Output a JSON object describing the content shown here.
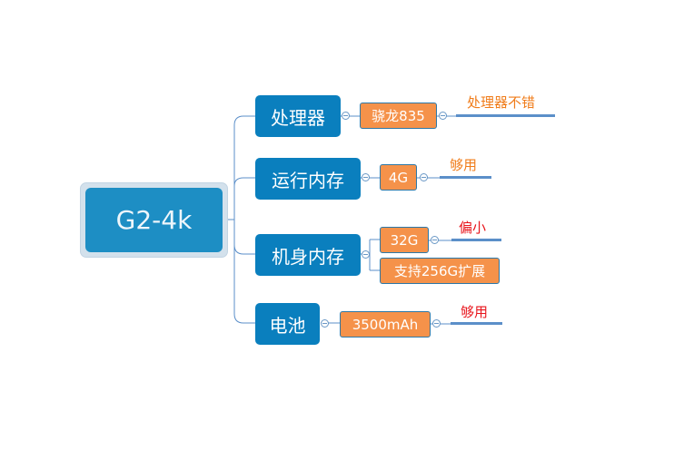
{
  "root": {
    "label": "G2-4k"
  },
  "colors": {
    "root": "#1d8ec4",
    "topic": "#0a7fbe",
    "subtopic": "#f5924a",
    "connector": "#5b8fc9",
    "note_orange": "#f07c1a",
    "note_red": "#e8141b"
  },
  "branches": [
    {
      "label": "处理器",
      "children": [
        {
          "label": "骁龙835",
          "note": "处理器不错",
          "note_color": "orange"
        }
      ]
    },
    {
      "label": "运行内存",
      "children": [
        {
          "label": "4G",
          "note": "够用",
          "note_color": "orange"
        }
      ]
    },
    {
      "label": "机身内存",
      "children": [
        {
          "label": "32G",
          "note": "偏小",
          "note_color": "red"
        },
        {
          "label": "支持256G扩展"
        }
      ]
    },
    {
      "label": "电池",
      "children": [
        {
          "label": "3500mAh",
          "note": "够用",
          "note_color": "red"
        }
      ]
    }
  ]
}
